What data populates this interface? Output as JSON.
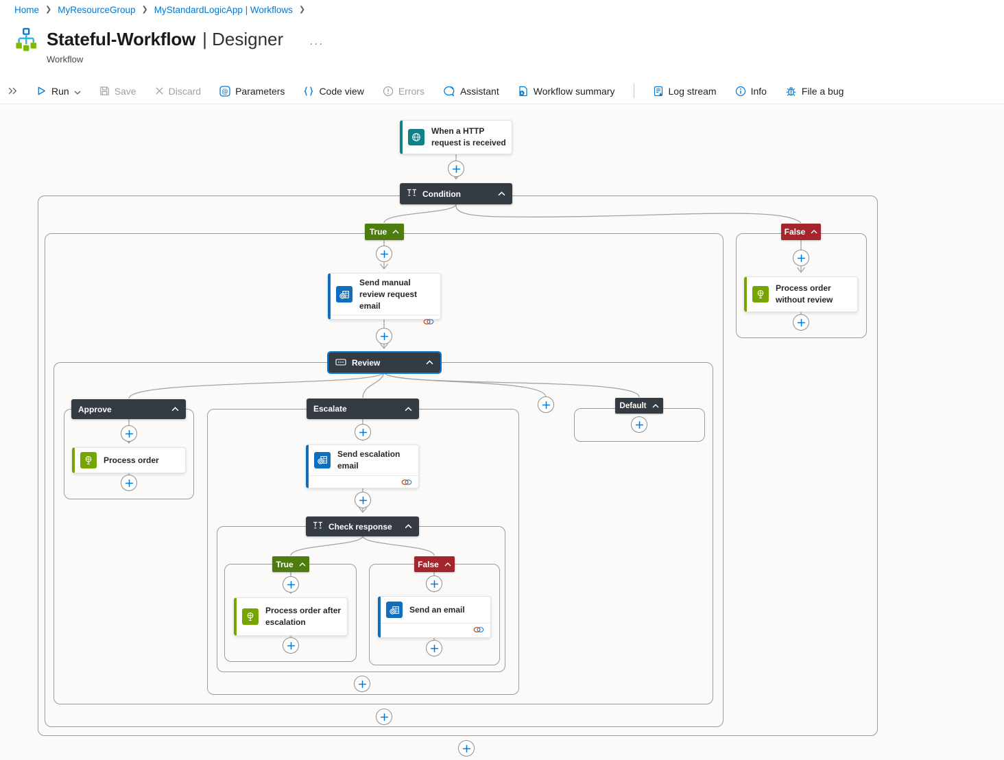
{
  "breadcrumb": {
    "items": [
      {
        "label": "Home"
      },
      {
        "label": "MyResourceGroup"
      },
      {
        "label": "MyStandardLogicApp | Workflows"
      }
    ]
  },
  "header": {
    "title": "Stateful-Workflow",
    "title_suffix": "| Designer",
    "more_menu": "···",
    "subtitle": "Workflow"
  },
  "toolbar": {
    "run": "Run",
    "save": "Save",
    "discard": "Discard",
    "parameters": "Parameters",
    "code_view": "Code view",
    "errors": "Errors",
    "assistant": "Assistant",
    "workflow_summary": "Workflow summary",
    "log_stream": "Log stream",
    "info": "Info",
    "file_a_bug": "File a bug"
  },
  "workflow": {
    "trigger": "When a HTTP request is received",
    "condition": "Condition",
    "branch_true": "True",
    "branch_false": "False",
    "send_manual_review_email": "Send manual review request email",
    "review_switch": "Review",
    "case_approve": "Approve",
    "action_process_order": "Process order",
    "case_escalate": "Escalate",
    "action_send_escalation_email": "Send escalation email",
    "check_response_condition": "Check response",
    "check_true": "True",
    "check_false": "False",
    "action_process_order_after_escalation": "Process order after escalation",
    "action_send_an_email": "Send an email",
    "case_default": "Default",
    "action_process_order_without_review": "Process order without review"
  },
  "colors": {
    "accent_blue": "#0078d4",
    "node_dark": "#353b43",
    "true_green": "#4c7d0e",
    "false_red": "#a4262c",
    "trigger_teal": "#0e8389",
    "api_green": "#77a500",
    "outlook_blue": "#106ebe",
    "connector_gray": "#a6a4a2"
  }
}
